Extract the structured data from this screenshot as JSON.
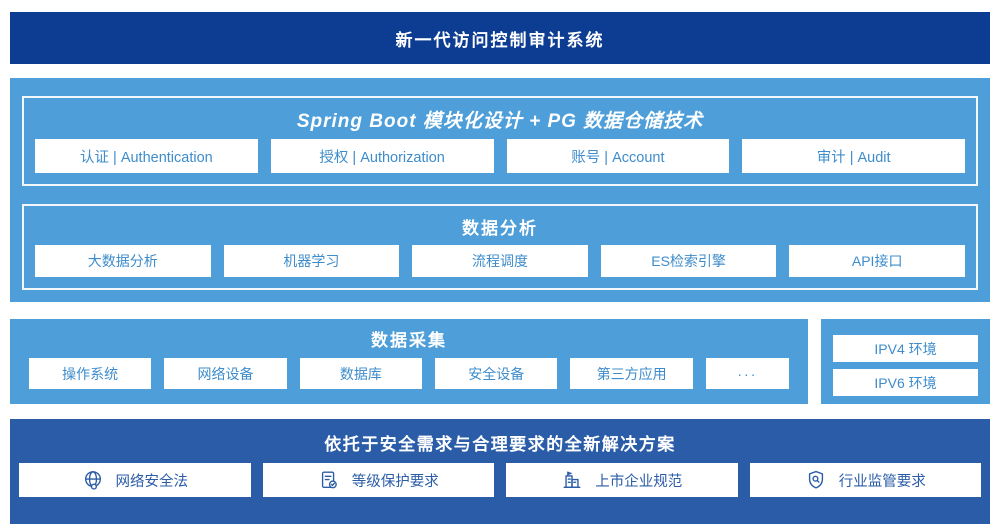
{
  "header": {
    "title": "新一代访问控制审计系统"
  },
  "platform": {
    "spring": {
      "title": "Spring Boot 模块化设计 + PG 数据仓储技术",
      "items": [
        "认证 | Authentication",
        "授权 | Authorization",
        "账号 | Account",
        "审计 | Audit"
      ]
    },
    "analysis": {
      "title": "数据分析",
      "items": [
        "大数据分析",
        "机器学习",
        "流程调度",
        "ES检索引擎",
        "API接口"
      ]
    }
  },
  "collection": {
    "title": "数据采集",
    "items": [
      "操作系统",
      "网络设备",
      "数据库",
      "安全设备",
      "第三方应用",
      "···"
    ]
  },
  "environments": {
    "items": [
      "IPV4 环境",
      "IPV6 环境"
    ]
  },
  "solution": {
    "title": "依托于安全需求与合理要求的全新解决方案",
    "items": [
      {
        "icon": "globe-icon",
        "label": "网络安全法"
      },
      {
        "icon": "document-check-icon",
        "label": "等级保护要求"
      },
      {
        "icon": "building-icon",
        "label": "上市企业规范"
      },
      {
        "icon": "shield-search-icon",
        "label": "行业监管要求"
      }
    ]
  },
  "colors": {
    "banner_navy": "#0d3d92",
    "light_blue": "#4d9ed9",
    "solution_navy": "#2b5ca8",
    "box_text_blue": "#3e8ccb",
    "white": "#ffffff"
  }
}
